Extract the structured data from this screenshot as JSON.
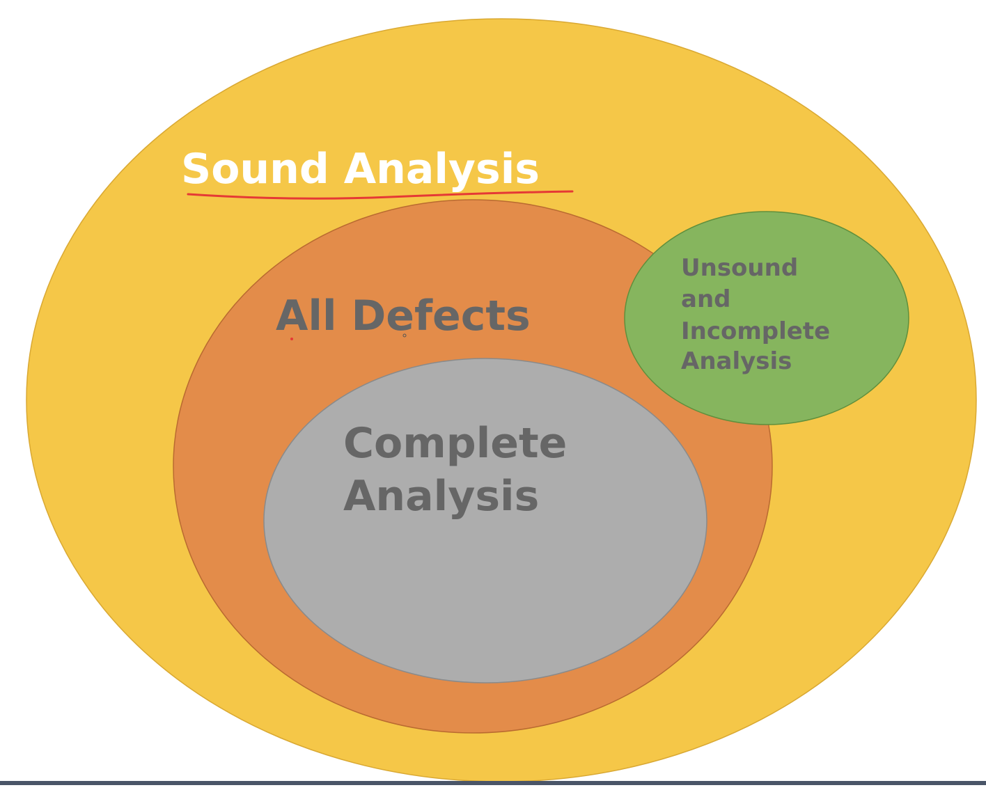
{
  "diagram": {
    "sound_label": "Sound Analysis",
    "defects_label": "All Defects",
    "complete_label": [
      "Complete",
      "Analysis"
    ],
    "unsound_label": [
      "Unsound",
      "and",
      "Incomplete",
      "Analysis"
    ]
  },
  "colors": {
    "sound_fill": "#f5c748",
    "defects_fill": "#e38c4a",
    "complete_fill": "#adadad",
    "unsound_fill": "#86b55e",
    "label_gray": "#666666",
    "label_white": "#ffffff",
    "annotation_red": "#e53935"
  }
}
